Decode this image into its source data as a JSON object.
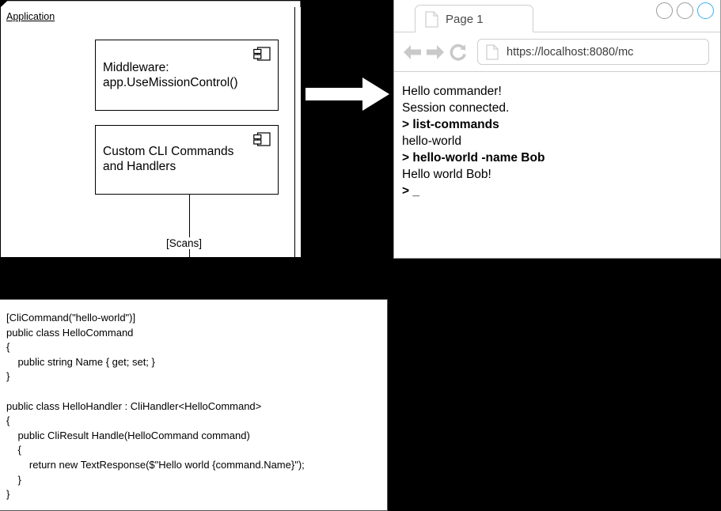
{
  "package": {
    "title": "Application",
    "components": [
      {
        "name": "middleware-component",
        "label": "Middleware:\napp.UseMissionControl()",
        "icon": "uml-component-icon"
      },
      {
        "name": "cli-commands-component",
        "label": "Custom CLI Commands\nand Handlers",
        "icon": "uml-component-icon"
      }
    ],
    "connector_label": "[Scans]"
  },
  "arrow": {
    "icon": "right-arrow-icon",
    "color": "#ffffff"
  },
  "browser": {
    "tab": {
      "title": "Page 1",
      "icon": "page-document-icon"
    },
    "window_controls": [
      {
        "name": "minimize-button",
        "color": "#9a9a9a"
      },
      {
        "name": "maximize-button",
        "color": "#9a9a9a"
      },
      {
        "name": "close-button",
        "color": "#3daef5"
      }
    ],
    "nav": {
      "back_icon": "back-arrow-icon",
      "forward_icon": "forward-arrow-icon",
      "reload_icon": "reload-icon",
      "url_icon": "page-document-icon",
      "url": "https://localhost:8080/mc"
    },
    "terminal": [
      {
        "text": "Hello commander!",
        "bold": false
      },
      {
        "text": "Session connected.",
        "bold": false
      },
      {
        "text": "> list-commands",
        "bold": true
      },
      {
        "text": "hello-world",
        "bold": false
      },
      {
        "text": "> hello-world -name Bob",
        "bold": true
      },
      {
        "text": "Hello world Bob!",
        "bold": false
      },
      {
        "text": "> _",
        "bold": true
      }
    ]
  },
  "code_panel": {
    "lines": [
      "[CliCommand(\"hello-world\")]",
      "public class HelloCommand",
      "{",
      "    public string Name { get; set; }",
      "}",
      "",
      "public class HelloHandler : CliHandler<HelloCommand>",
      "{",
      "    public CliResult Handle(HelloCommand command)",
      "    {",
      "        return new TextResponse($\"Hello world {command.Name}\");",
      "    }",
      "}"
    ]
  },
  "colors": {
    "background": "#000000",
    "panel": "#ffffff",
    "stroke": "#000000",
    "chrome_border": "#cfcfcf",
    "accent_blue": "#3daef5"
  }
}
